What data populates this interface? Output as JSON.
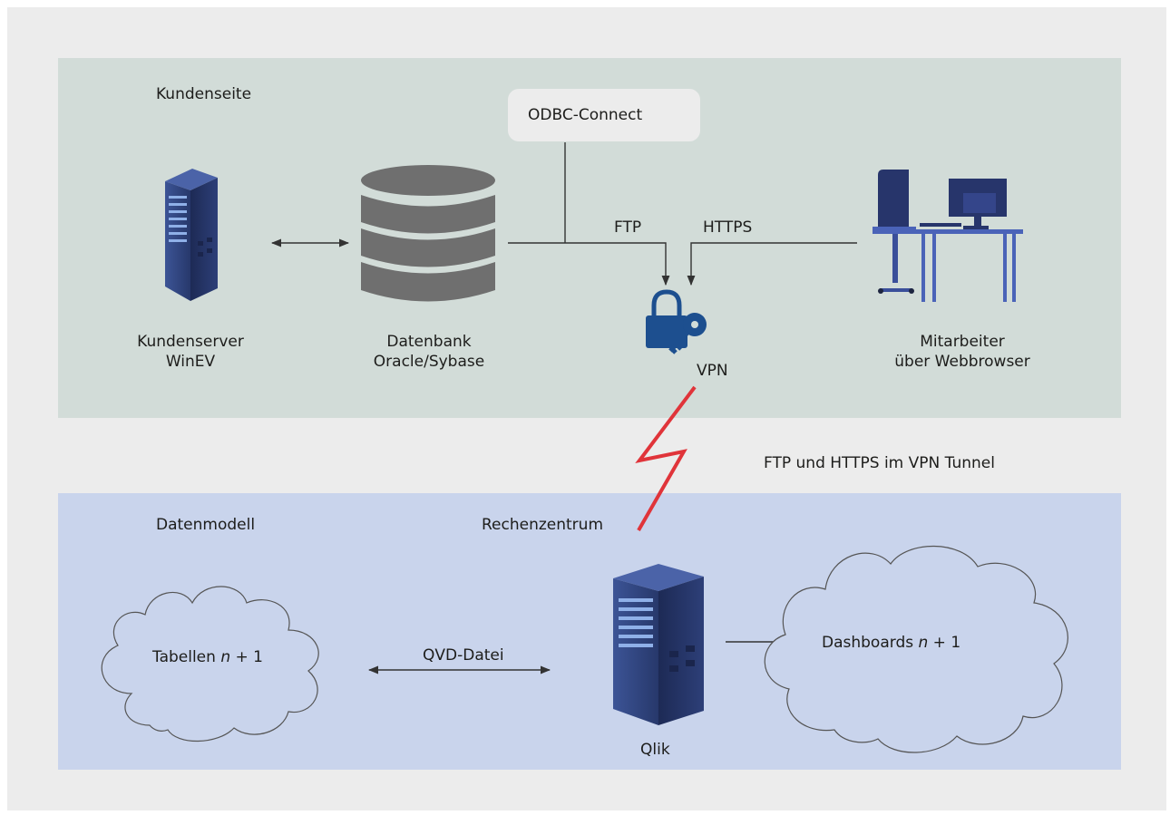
{
  "zones": {
    "customer_side": "Kundenseite",
    "data_model": "Datenmodell",
    "data_center": "Rechenzentrum"
  },
  "odbc": {
    "label": "ODBC-Connect"
  },
  "protocols": {
    "ftp": "FTP",
    "https": "HTTPS",
    "tunnel": "FTP und HTTPS im VPN Tunnel"
  },
  "nodes": {
    "customer_server": {
      "line1": "Kundenserver",
      "line2": "WinEV",
      "icon": "server-icon"
    },
    "database": {
      "line1": "Datenbank",
      "line2": "Oracle/Sybase",
      "icon": "database-icon"
    },
    "vpn": {
      "label": "VPN",
      "icon": "lock-key-icon"
    },
    "employee": {
      "line1": "Mitarbeiter",
      "line2": "über Webbrowser",
      "icon": "workstation-icon"
    },
    "qlik": {
      "label": "Qlik",
      "icon": "server-icon"
    }
  },
  "clouds": {
    "tables": {
      "prefix": "Tabellen ",
      "var": "n",
      "suffix": " + 1"
    },
    "dashboards": {
      "prefix": "Dashboards ",
      "var": "n",
      "suffix": " + 1"
    }
  },
  "qvd": {
    "label": "QVD-Datei"
  },
  "colors": {
    "outer_bg": "#ececec",
    "customer_zone": "#d2dcd8",
    "datacenter_zone": "#c9d4ec",
    "server_blue": "#2a3b70",
    "vpn_blue": "#1d4f8f",
    "tunnel_red": "#e0343a",
    "db_gray": "#6f6f6f",
    "desk_blue": "#4a63b8"
  }
}
